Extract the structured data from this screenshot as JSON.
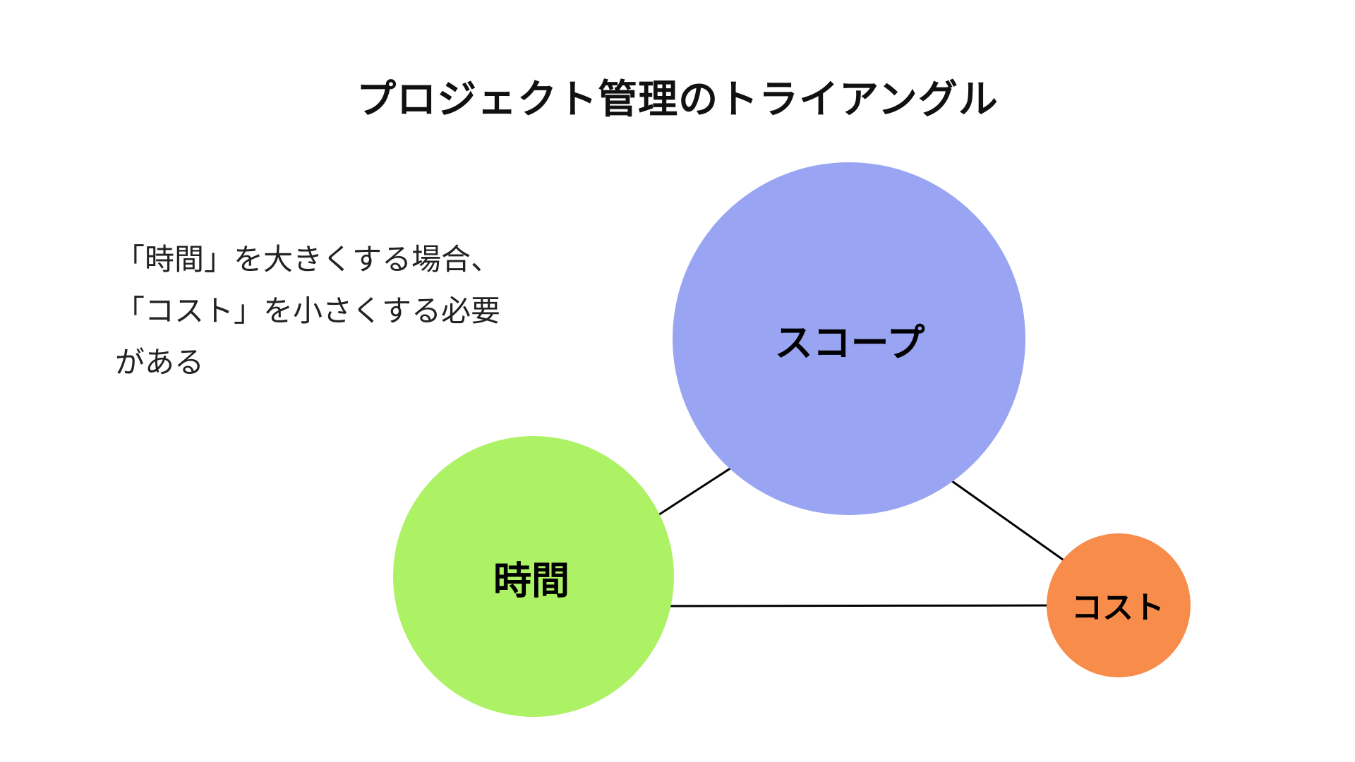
{
  "title": "プロジェクト管理のトライアングル",
  "annotation": "「時間」を大きくする場合、\n「コスト」を小さくする必要\nがある",
  "diagram": {
    "nodes": [
      {
        "id": "scope",
        "label": "スコープ",
        "color": "#99A5F2"
      },
      {
        "id": "time",
        "label": "時間",
        "color": "#ADF164"
      },
      {
        "id": "cost",
        "label": "コスト",
        "color": "#F78C4B"
      }
    ],
    "edges": [
      {
        "from": "time",
        "to": "scope"
      },
      {
        "from": "scope",
        "to": "cost"
      },
      {
        "from": "time",
        "to": "cost"
      }
    ],
    "line_color": "#000000"
  },
  "colors": {
    "background": "#FFFFFF",
    "title_text": "#111111",
    "annotation_text": "#222222",
    "label_text": "#000000"
  }
}
